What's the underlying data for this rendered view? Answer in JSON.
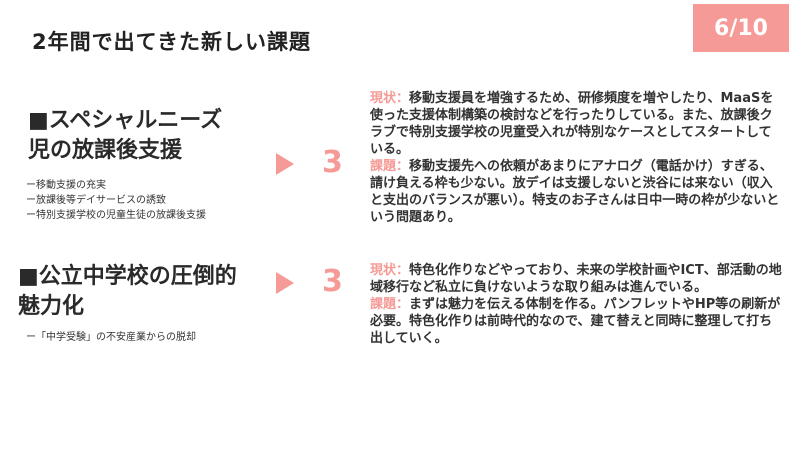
{
  "slide": {
    "title": "2年間で出てきた新しい課題",
    "page": "6/10"
  },
  "items": [
    {
      "heading_line1": "■スペシャルニーズ",
      "heading_line2": "児の放課後支援",
      "bullets": [
        "ー移動支援の充実",
        "ー放課後等デイサービスの誘致",
        "ー特別支援学校の児童生徒の放課後支援"
      ],
      "score": "3",
      "current_label": "現状：",
      "current_text": "移動支援員を増強するため、研修頻度を増やしたり、MaaSを使った支援体制構築の検討などを行ったりしている。また、放課後クラブで特別支援学校の児童受入れが特別なケースとしてスタートしている。",
      "issue_label": "課題：",
      "issue_text": "移動支援先への依頼があまりにアナログ（電話かけ）すぎる、請け負える枠も少ない。放デイは支援しないと渋谷には来ない（収入と支出のバランスが悪い）。特支のお子さんは日中一時の枠が少ないという問題あり。"
    },
    {
      "heading_line1": "■公立中学校の圧倒的",
      "heading_line2": "魅力化",
      "bullets": [
        "ー「中学受験」の不安産業からの脱却"
      ],
      "score": "3",
      "current_label": "現状：",
      "current_text": "特色化作りなどやっており、未来の学校計画やICT、部活動の地域移行など私立に負けないような取り組みは進んでいる。",
      "issue_label": "課題：",
      "issue_text": "まずは魅力を伝える体制を作る。パンフレットやHP等の刷新が必要。特色化作りは前時代的なので、建て替えと同時に整理して打ち出していく。"
    }
  ],
  "colors": {
    "accent": "#f59a96",
    "text": "#333333"
  }
}
